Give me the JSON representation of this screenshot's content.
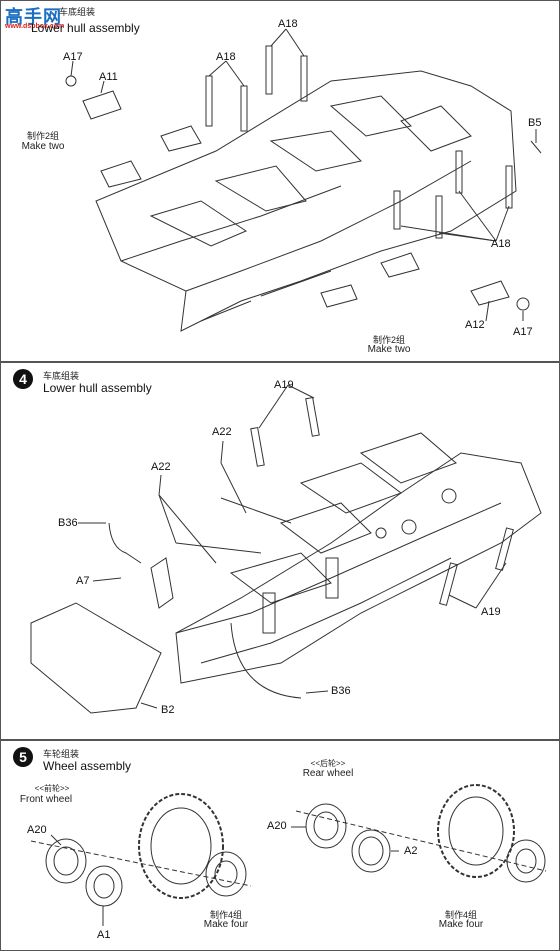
{
  "watermark": {
    "brand": "高手网",
    "url": "www.dspbox.com"
  },
  "step3": {
    "title_zh": "车底组装",
    "title_en": "Lower hull assembly",
    "labels": {
      "a17_left": "A17",
      "a11": "A11",
      "a18_top": "A18",
      "a18_mid": "A18",
      "b5": "B5",
      "a18_right": "A18",
      "a12": "A12",
      "a17_right": "A17"
    },
    "make_two_left_zh": "制作2组",
    "make_two_left_en": "Make two",
    "make_two_bottom_zh": "制作2组",
    "make_two_bottom_en": "Make two"
  },
  "step4": {
    "number": "4",
    "title_zh": "车底组装",
    "title_en": "Lower hull assembly",
    "labels": {
      "a19_top": "A19",
      "a22_top": "A22",
      "a22_left": "A22",
      "b36_left": "B36",
      "a7": "A7",
      "a19_right": "A19",
      "b36_bottom": "B36",
      "b2": "B2"
    }
  },
  "step5": {
    "number": "5",
    "title_zh": "车轮组装",
    "title_en": "Wheel assembly",
    "front_zh": "<<前轮>>",
    "front_en": "Front wheel",
    "rear_zh": "<<后轮>>",
    "rear_en": "Rear wheel",
    "labels": {
      "a20_front": "A20",
      "a1": "A1",
      "a20_rear": "A20",
      "a2": "A2"
    },
    "make_four_front_zh": "制作4组",
    "make_four_front_en": "Make four",
    "make_four_rear_zh": "制作4组",
    "make_four_rear_en": "Make four"
  }
}
